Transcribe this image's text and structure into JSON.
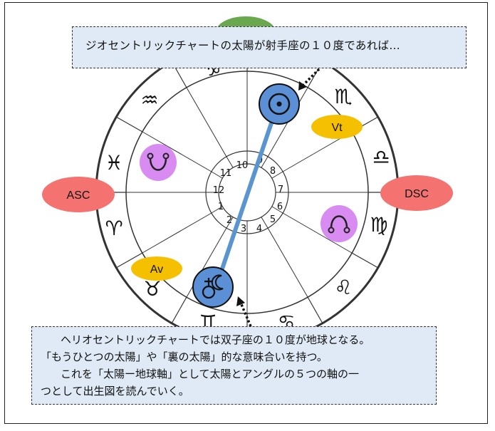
{
  "top_note": "ジオセントリックチャートの太陽が射手座の１０度であれば…",
  "bottom_note": {
    "line1": "ヘリオセントリックチャートでは双子座の１０度が地球となる。",
    "line2": "「もうひとつの太陽」や「裏の太陽」的な意味合いを持つ。",
    "line3": "これを「太陽ー地球軸」として太陽とアングルの５つの軸の一",
    "line4": "つとして出生図を読んでいく。"
  },
  "angles": {
    "asc": "ASC",
    "dsc": "DSC",
    "vt": "Vt",
    "av": "Av"
  },
  "houses": [
    "1",
    "2",
    "3",
    "4",
    "5",
    "6",
    "7",
    "8",
    "9",
    "10",
    "11",
    "12"
  ],
  "signs": {
    "scorpio": "♏",
    "libra": "♎",
    "virgo": "♍",
    "leo": "♌",
    "gemini": "♊",
    "taurus": "♉",
    "aries": "♈",
    "pisces": "♓",
    "aquarius": "♒",
    "capricorn": "♑"
  },
  "colors": {
    "asc_dsc": "#f4726f",
    "vt_av": "#f5c000",
    "node": "#d88cf2",
    "planet": "#5b8fd6",
    "axis": "#5b95d0",
    "callout": "#dfeaf6"
  }
}
